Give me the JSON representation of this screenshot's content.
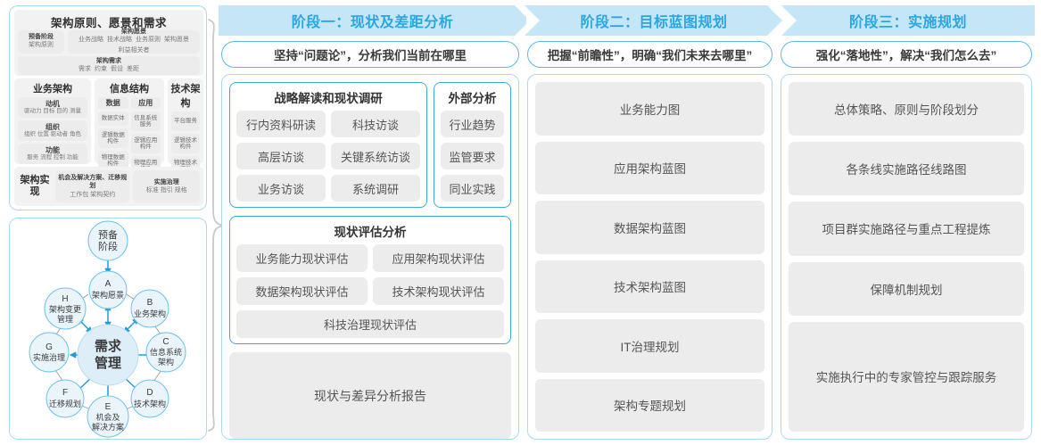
{
  "left_panel": {
    "togaf": {
      "header": "架构原则、愿景和需求",
      "prep": {
        "title": "预备阶段",
        "sub": "架构原则"
      },
      "vision": {
        "title": "架构愿景",
        "items": [
          "业务战略",
          "技术战略",
          "业务原则",
          "架构愿景",
          "利益相关者"
        ]
      },
      "requirements": {
        "title": "架构需求",
        "items": [
          "需求",
          "约束",
          "假设",
          "差距"
        ]
      },
      "columns": [
        {
          "title": "业务架构",
          "cells": [
            {
              "head": "动机",
              "sub": "驱动力 目标 目的 测量"
            },
            {
              "head": "组织",
              "sub": "组织 位置 驱动者 角色"
            },
            {
              "head": "功能",
              "sub": "服务 流程 控制 功能"
            }
          ]
        },
        {
          "title": "信息结构",
          "sub_columns": [
            {
              "title": "数据",
              "items": [
                "数据实体",
                "逻辑数据构件",
                "物理数据构件"
              ]
            },
            {
              "title": "应用",
              "items": [
                "信息系统服务",
                "逻辑应用构件",
                "物理应用构件"
              ]
            }
          ]
        },
        {
          "title": "技术架构",
          "items": [
            "平台服务",
            "逻辑技术构件",
            "物理技术构件"
          ]
        }
      ],
      "realization": {
        "label": "架构实现",
        "cells": [
          {
            "head": "机会及解决方案、迁移规划",
            "sub": "工作包 架构契约"
          },
          {
            "head": "实施治理",
            "sub": "标准 指引 规格"
          }
        ]
      }
    },
    "adm": {
      "prelim": "预备阶段",
      "center": "需求管理",
      "nodes": [
        {
          "key": "A",
          "label": "架构愿景"
        },
        {
          "key": "B",
          "label": "业务架构"
        },
        {
          "key": "C",
          "label": "信息系统架构"
        },
        {
          "key": "D",
          "label": "技术架构"
        },
        {
          "key": "E",
          "label": "机会及解决方案"
        },
        {
          "key": "F",
          "label": "迁移规划"
        },
        {
          "key": "G",
          "label": "实施治理"
        },
        {
          "key": "H",
          "label": "架构变更管理"
        }
      ]
    }
  },
  "phases": [
    {
      "title": "阶段一：现状及差距分析",
      "subtitle": "坚持“问题论”，分析我们当前在哪里",
      "groups": [
        {
          "title": "战略解读和现状调研",
          "items": [
            "行内资料研读",
            "科技访谈",
            "高层访谈",
            "关键系统访谈",
            "业务访谈",
            "系统调研"
          ]
        },
        {
          "title": "外部分析",
          "items": [
            "行业趋势",
            "监管要求",
            "同业实践"
          ]
        },
        {
          "title": "现状评估分析",
          "items": [
            "业务能力现状评估",
            "应用架构现状评估",
            "数据架构现状评估",
            "技术架构现状评估"
          ],
          "full_item": "科技治理现状评估"
        }
      ],
      "report": "现状与差异分析报告"
    },
    {
      "title": "阶段二：目标蓝图规划",
      "subtitle": "把握“前瞻性”，明确“我们未来去哪里”",
      "items": [
        "业务能力图",
        "应用架构蓝图",
        "数据架构蓝图",
        "技术架构蓝图",
        "IT治理规划",
        "架构专题规划"
      ]
    },
    {
      "title": "阶段三：实施规划",
      "subtitle": "强化“落地性”，解决“我们怎么去”",
      "items": [
        "总体策略、原则与阶段划分",
        "各条线实施路径线路图",
        "项目群实施路径与重点工程提炼",
        "保障机制规划",
        "实施执行中的专家管控与跟踪服务"
      ]
    }
  ],
  "colors": {
    "band": "#c5e6f7",
    "band_text": "#2ba6e0",
    "panel_border": "#a9d8ef",
    "card_border": "#3fa9dd",
    "chip_bg": "#ececec",
    "node_fill": "#e9f4fb",
    "node_stroke": "#6cc2ea",
    "arrow": "#1f9ed6"
  }
}
